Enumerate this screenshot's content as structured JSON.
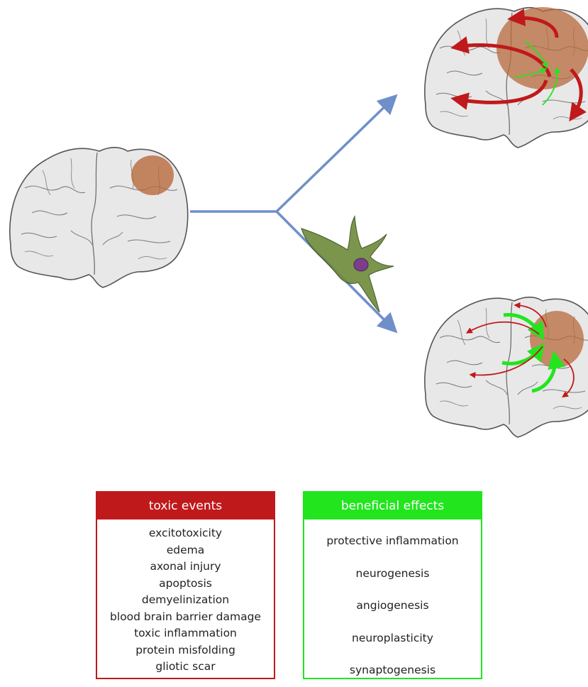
{
  "colors": {
    "toxic": "#c0191b",
    "beneficial": "#22e51e",
    "connector": "#6f8fc9",
    "lesion": "#b8693c",
    "brain_fill": "#e9e9e9",
    "brain_stroke": "#555555"
  },
  "icons": {
    "initial_brain": "brain-coronal-section-icon",
    "cell": "microglia-cell-icon"
  },
  "toxic_box": {
    "title": "toxic events",
    "items": [
      "excitotoxicity",
      "edema",
      "axonal injury",
      "apoptosis",
      "demyelinization",
      "blood brain barrier damage",
      "toxic inflammation",
      "protein misfolding",
      "gliotic scar"
    ]
  },
  "beneficial_box": {
    "title": "beneficial effects",
    "items": [
      "protective inflammation",
      "neurogenesis",
      "angiogenesis",
      "neuroplasticity",
      "synaptogenesis"
    ]
  }
}
